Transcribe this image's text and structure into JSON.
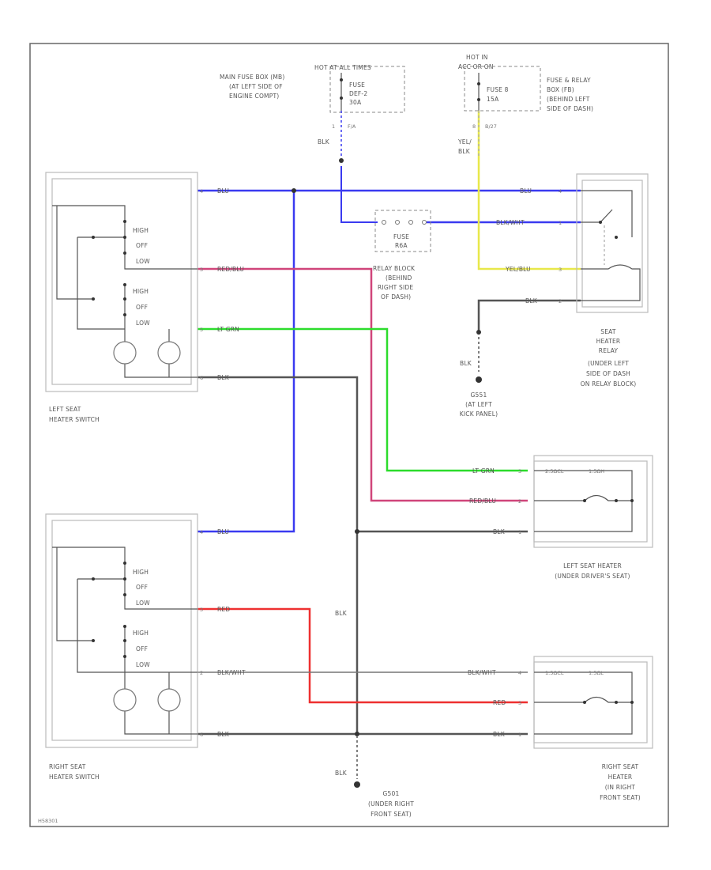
{
  "sources": {
    "hot_at_all_times": "HOT AT ALL TIMES",
    "main_fuse_box": [
      "MAIN FUSE BOX (MB)",
      "(AT LEFT SIDE OF",
      "ENGINE COMPT)"
    ],
    "fuse_main": [
      "FUSE",
      "DEF-2",
      "30A"
    ],
    "main_wire": [
      "1",
      "F/A",
      "BLK"
    ],
    "hot_in_acc_or_on": [
      "HOT IN",
      "ACC OR ON"
    ],
    "fuse_8": [
      "FUSE 8",
      "15A"
    ],
    "fuse_relay_box": [
      "FUSE & RELAY",
      "BOX (FB)",
      "(BEHIND LEFT",
      "SIDE OF DASH)"
    ],
    "acc_wire": [
      "8",
      "B/27",
      "YEL/",
      "BLK"
    ]
  },
  "relay_block": {
    "fuse": [
      "FUSE",
      "R6A"
    ],
    "label": [
      "RELAY BLOCK",
      "(BEHIND",
      "RIGHT SIDE",
      "OF DASH)"
    ]
  },
  "seat_heater_relay": {
    "label": [
      "SEAT",
      "HEATER",
      "RELAY",
      "(UNDER LEFT",
      "SIDE OF DASH",
      "ON RELAY BLOCK)"
    ],
    "wires": [
      "BLU",
      "BLK/WHT",
      "YEL/BLU",
      "BLK"
    ],
    "pins": [
      "4",
      "1",
      "3",
      "2"
    ]
  },
  "ground_g551": {
    "wire": "BLK",
    "label": [
      "G551",
      "(AT LEFT",
      "KICK PANEL)"
    ]
  },
  "left_seat_heater_switch": {
    "label": [
      "LEFT SEAT",
      "HEATER SWITCH"
    ],
    "wires": [
      "BLU",
      "RED/BLU",
      "LT GRN",
      "BLK"
    ],
    "pins": [
      "4",
      "3",
      "5",
      "6"
    ],
    "positions_1": [
      "HIGH",
      "OFF",
      "LOW"
    ],
    "positions_2": [
      "HIGH",
      "OFF",
      "LOW"
    ]
  },
  "right_seat_heater_switch": {
    "label": [
      "RIGHT SEAT",
      "HEATER SWITCH"
    ],
    "wires": [
      "BLU",
      "RED",
      "BLK/WHT",
      "BLK"
    ],
    "pins": [
      "4",
      "3",
      "2",
      "6"
    ],
    "positions_1": [
      "HIGH",
      "OFF",
      "LOW"
    ],
    "positions_2": [
      "HIGH",
      "OFF",
      "LOW"
    ]
  },
  "left_seat_heater": {
    "label": [
      "LEFT SEAT HEATER",
      "(UNDER DRIVER'S SEAT)"
    ],
    "wires": [
      "LT GRN",
      "RED/BLU",
      "BLK"
    ],
    "pins": [
      "3",
      "2",
      "1"
    ],
    "elements": [
      "2.5ΩCL",
      "1.5ΩH"
    ]
  },
  "right_seat_heater": {
    "label": [
      "RIGHT SEAT",
      "HEATER",
      "(IN RIGHT",
      "FRONT SEAT)"
    ],
    "wires": [
      "BLK/WHT",
      "RED",
      "BLK"
    ],
    "pins": [
      "4",
      "3",
      "1"
    ],
    "elements": [
      "1.5ΩCL",
      "1.5ΩL"
    ]
  },
  "ground_g501": {
    "wire_mid": "BLK",
    "wire_bottom": "BLK",
    "label": [
      "G501",
      "(UNDER RIGHT",
      "FRONT SEAT)"
    ]
  },
  "footer": {
    "code": "H58301"
  },
  "colors": {
    "blue": "#3a3af0",
    "red_blu": "#d0457a",
    "lt_grn": "#2cdc2c",
    "yel": "#e8e84a",
    "red": "#ee3030",
    "blk": "#555555",
    "blk_wht": "#777777"
  }
}
